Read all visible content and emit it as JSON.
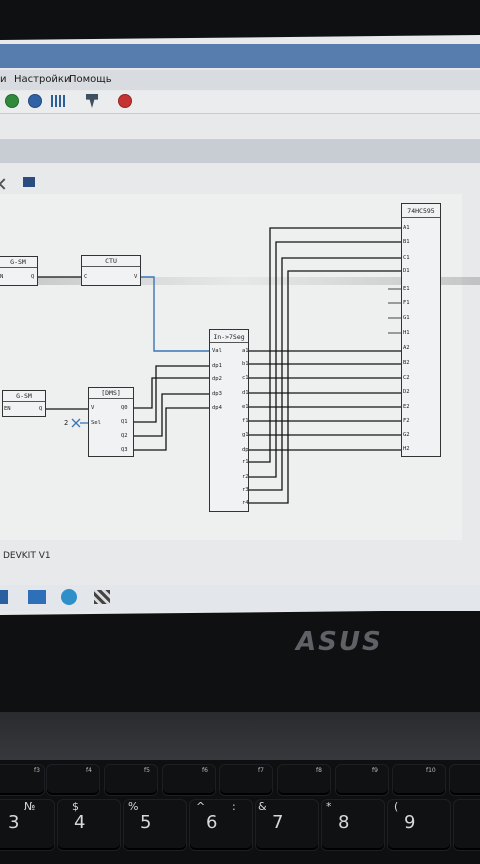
{
  "menu": {
    "settings": "Настройки",
    "help": "Помощь",
    "left_fragment": "и"
  },
  "blocks": {
    "gsm1": {
      "title": "G-SM",
      "pin_en": "N",
      "pin_q": "Q"
    },
    "gsm2": {
      "title": "G-SM",
      "pin_en": "EN",
      "pin_q": "Q"
    },
    "ctu": {
      "title": "CTU",
      "pin_c": "C",
      "pin_v": "V"
    },
    "dms": {
      "title": "[DMS]",
      "pin_v": "V",
      "pin_sel": "Sel",
      "outputs": [
        "Q0",
        "Q1",
        "Q2",
        "Q3"
      ]
    },
    "sel_const": "2",
    "seg": {
      "title": "In->7Seg",
      "inputs": [
        "Val",
        "dp1",
        "dp2",
        "dp3",
        "dp4"
      ],
      "outputs": [
        "a1",
        "b1",
        "c1",
        "d1",
        "e1",
        "f1",
        "g1",
        "dp",
        "r1",
        "r2",
        "r3",
        "r4"
      ]
    },
    "shift": {
      "title": "74HC595",
      "pins": [
        "A1",
        "B1",
        "C1",
        "D1",
        "E1",
        "F1",
        "G1",
        "H1",
        "A2",
        "B2",
        "C2",
        "D2",
        "E2",
        "F2",
        "G2",
        "H2"
      ]
    }
  },
  "status_text": "DEVKIT V1",
  "laptop_logo": "ASUS",
  "keyboard": {
    "fn_labels": [
      "f3",
      "f4",
      "f5",
      "f6",
      "f7",
      "f8",
      "f9",
      "f10"
    ],
    "number_labels": [
      "3",
      "4",
      "5",
      "6",
      "7",
      "8",
      "9"
    ],
    "symbol_labels": [
      "№",
      "$",
      "%",
      "^",
      ":",
      "&",
      "*",
      "("
    ]
  },
  "colors": {
    "wire": "#141414",
    "wire_highlight": "#3a74b8",
    "sheet": "#eceeee",
    "menubar": "#d4d8dc",
    "toolbar": "#e8eaec",
    "titlebar_blue": "#4c84c7",
    "keyboard": "#0e0f11"
  }
}
